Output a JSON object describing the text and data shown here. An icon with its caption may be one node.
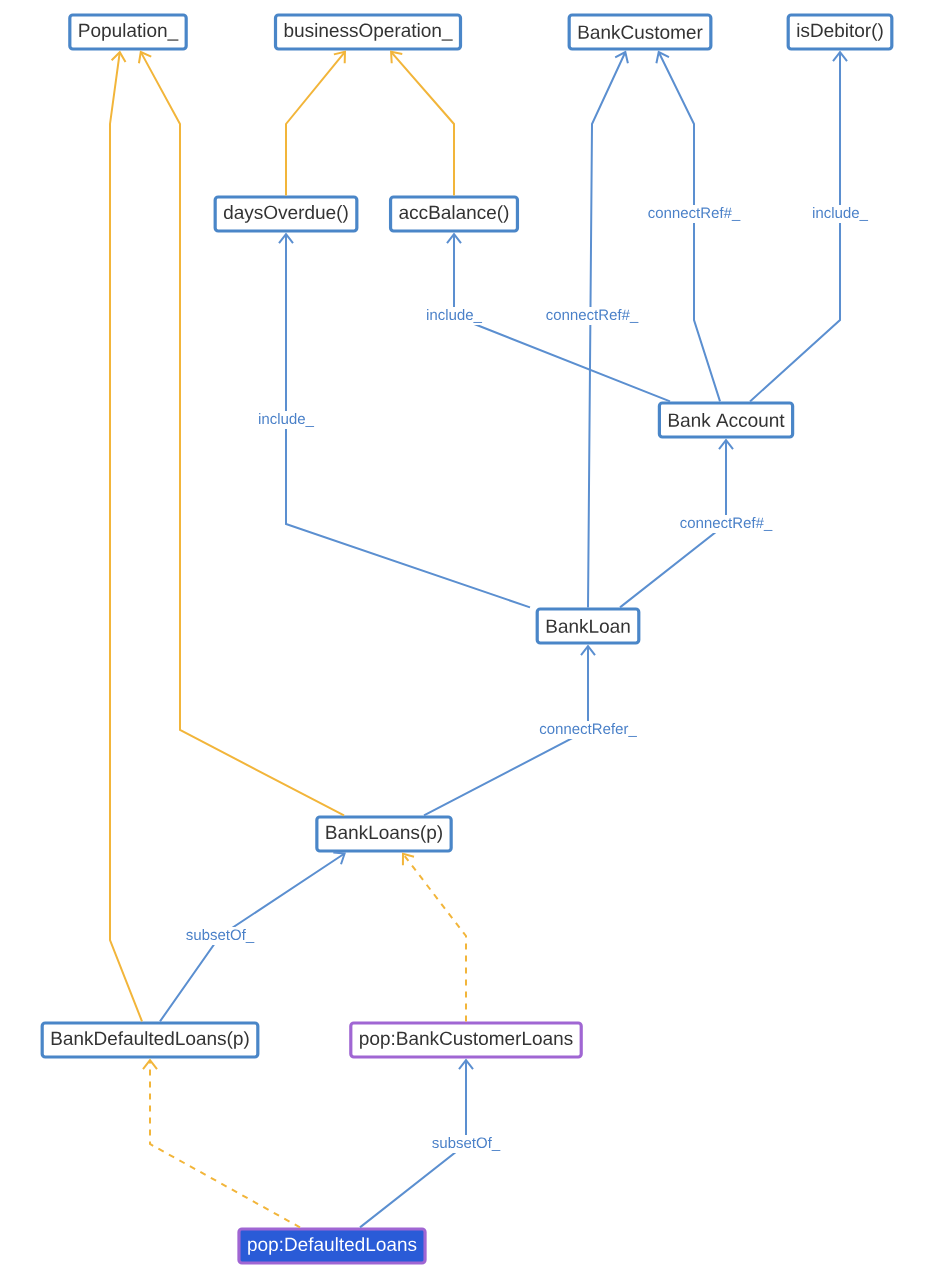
{
  "diagram": {
    "nodes": [
      {
        "text": [
          "Population_"
        ]
      },
      {
        "text": [
          "businessOperation_"
        ]
      },
      {
        "text": [
          "BankCustomer"
        ]
      },
      {
        "text": [
          "isDebitor()"
        ]
      },
      {
        "text": [
          "daysOverdue()"
        ]
      },
      {
        "text": [
          "accBalance()"
        ]
      },
      {
        "text": [
          "Bank Account"
        ]
      },
      {
        "text": [
          "BankLoan"
        ]
      },
      {
        "text": [
          "BankLoans(p)"
        ]
      },
      {
        "text": [
          "BankDefaultedLoans(p)"
        ]
      },
      {
        "text": [
          "pop:BankCustomerLoans"
        ]
      },
      {
        "text": [
          "pop:DefaultedLoans"
        ]
      }
    ],
    "edges": [
      {
        "from": 4,
        "to": 1,
        "arrow": "to",
        "color": "#f2b53a"
      },
      {
        "from": 5,
        "to": 1,
        "arrow": "to",
        "color": "#f2b53a"
      },
      {
        "from": 6,
        "to": 5,
        "arrow": "to",
        "label": "include_"
      },
      {
        "from": 6,
        "to": 2,
        "arrow": "to",
        "label": "connectRef#_"
      },
      {
        "from": 6,
        "to": 3,
        "arrow": "to",
        "label": "include_"
      },
      {
        "from": 7,
        "to": 2,
        "arrow": "to",
        "label": "connectRef#_"
      },
      {
        "from": 7,
        "to": 4,
        "arrow": "to",
        "label": "include_"
      },
      {
        "from": 7,
        "to": 6,
        "arrow": "to",
        "label": "connectRef#_"
      },
      {
        "from": 8,
        "to": 7,
        "arrow": "to",
        "label": "connectRefer_"
      },
      {
        "from": 8,
        "to": 0,
        "arrow": "to",
        "color": "#f2b53a"
      },
      {
        "from": 9,
        "to": 0,
        "arrow": "to",
        "color": "#f2b53a"
      },
      {
        "from": 9,
        "to": 8,
        "arrow": "to",
        "label": "subsetOf_"
      },
      {
        "from": 10,
        "to": 8,
        "arrow": "to",
        "style": "dashed",
        "color": "#f2b53a"
      },
      {
        "from": 11,
        "to": 9,
        "arrow": "to",
        "style": "dashed",
        "color": "#f2b53a"
      },
      {
        "from": 11,
        "to": 10,
        "arrow": "to",
        "label": "subsetOf_"
      }
    ]
  }
}
